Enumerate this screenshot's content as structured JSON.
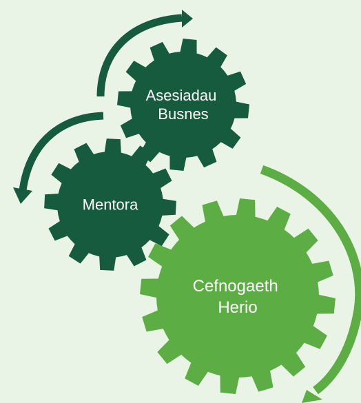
{
  "colors": {
    "background": "#eaf4e6",
    "dark_green": "#165b3e",
    "light_green": "#5cae44",
    "label_text": "#ffffff"
  },
  "gears": [
    {
      "id": "asesiadau-busnes",
      "lines": [
        "Asesiadau",
        "Busnes"
      ],
      "color": "dark_green"
    },
    {
      "id": "mentora",
      "lines": [
        "Mentora"
      ],
      "color": "dark_green"
    },
    {
      "id": "cefnogaeth-herio",
      "lines": [
        "Cefnogaeth",
        "Herio"
      ],
      "color": "light_green"
    }
  ],
  "arrows": [
    {
      "id": "arrow-top",
      "direction": "clockwise",
      "color": "dark_green"
    },
    {
      "id": "arrow-left",
      "direction": "counter-clockwise",
      "color": "dark_green"
    },
    {
      "id": "arrow-right",
      "direction": "clockwise",
      "color": "light_green"
    }
  ]
}
